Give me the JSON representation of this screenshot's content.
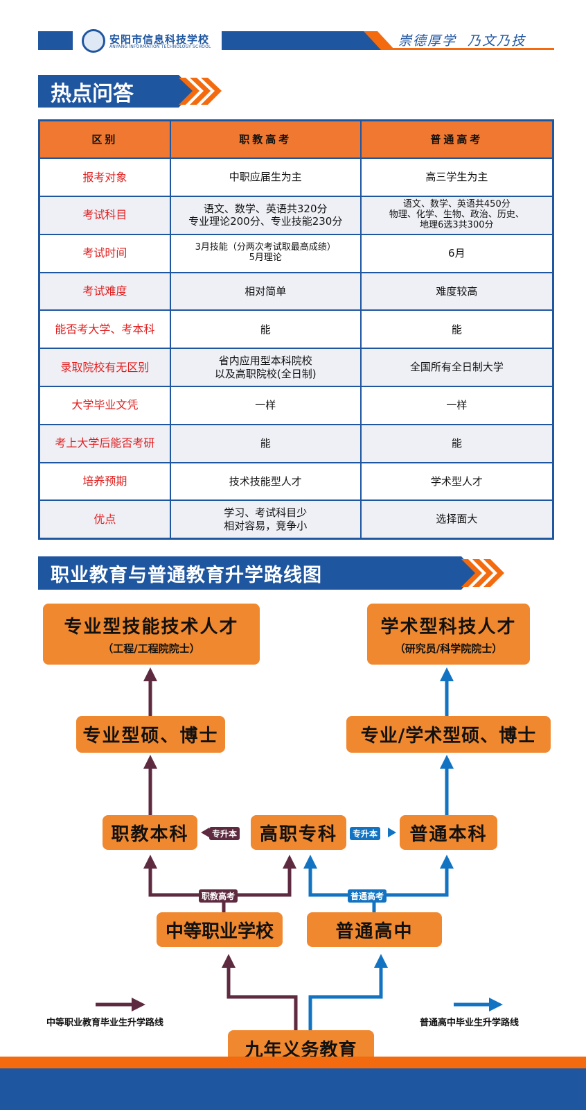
{
  "header": {
    "school_cn": "安阳市信息科技学校",
    "school_en": "ANYANG INFORMATION TECHNOLOGY SCHOOL",
    "motto": "崇德厚学  乃文乃技"
  },
  "section1": {
    "title": "热点问答"
  },
  "table": {
    "headers": [
      "区别",
      "职教高考",
      "普通高考"
    ],
    "rows": [
      {
        "key": "报考对象",
        "a": [
          "中职应届生为主"
        ],
        "b": [
          "高三学生为主"
        ]
      },
      {
        "key": "考试科目",
        "a": [
          "语文、数学、英语共320分",
          "专业理论200分、专业技能230分"
        ],
        "b": [
          "语文、数学、英语共450分",
          "物理、化学、生物、政治、历史、",
          "地理6选3共300分"
        ]
      },
      {
        "key": "考试时间",
        "a": [
          "3月技能（分两次考试取最高成绩）",
          "5月理论"
        ],
        "b": [
          "6月"
        ]
      },
      {
        "key": "考试难度",
        "a": [
          "相对简单"
        ],
        "b": [
          "难度较高"
        ]
      },
      {
        "key": "能否考大学、考本科",
        "a": [
          "能"
        ],
        "b": [
          "能"
        ]
      },
      {
        "key": "录取院校有无区别",
        "a": [
          "省内应用型本科院校",
          "以及高职院校(全日制)"
        ],
        "b": [
          "全国所有全日制大学"
        ]
      },
      {
        "key": "大学毕业文凭",
        "a": [
          "一样"
        ],
        "b": [
          "一样"
        ]
      },
      {
        "key": "考上大学后能否考研",
        "a": [
          "能"
        ],
        "b": [
          "能"
        ]
      },
      {
        "key": "培养预期",
        "a": [
          "技术技能型人才"
        ],
        "b": [
          "学术型人才"
        ]
      },
      {
        "key": "优点",
        "a": [
          "学习、考试科目少",
          "相对容易，竞争小"
        ],
        "b": [
          "选择面大"
        ]
      }
    ]
  },
  "section2": {
    "title": "职业教育与普通教育升学路线图"
  },
  "flow": {
    "top_left": {
      "title": "专业型技能技术人才",
      "sub": "（工程/工程院院士）"
    },
    "top_right": {
      "title": "学术型科技人才",
      "sub": "（研究员/科学院院士）"
    },
    "master_left": "专业型硕、博士",
    "master_right": "专业/学术型硕、博士",
    "voc_bachelor": "职教本科",
    "vocational_college": "高职专科",
    "bachelor": "普通本科",
    "zsb_left": "专升本",
    "zsb_right": "专升本",
    "exam_voc": "职教高考",
    "exam_general": "普通高考",
    "secondary_voc": "中等职业学校",
    "high_school": "普通高中",
    "compulsory": "九年义务教育",
    "legend_left": "中等职业教育毕业生升学路线",
    "legend_right": "普通高中毕业生升学路线"
  },
  "colors": {
    "blue": "#1f56a0",
    "orange": "#f0882f",
    "purple": "#5e2a3f",
    "route_blue": "#1273c2"
  }
}
